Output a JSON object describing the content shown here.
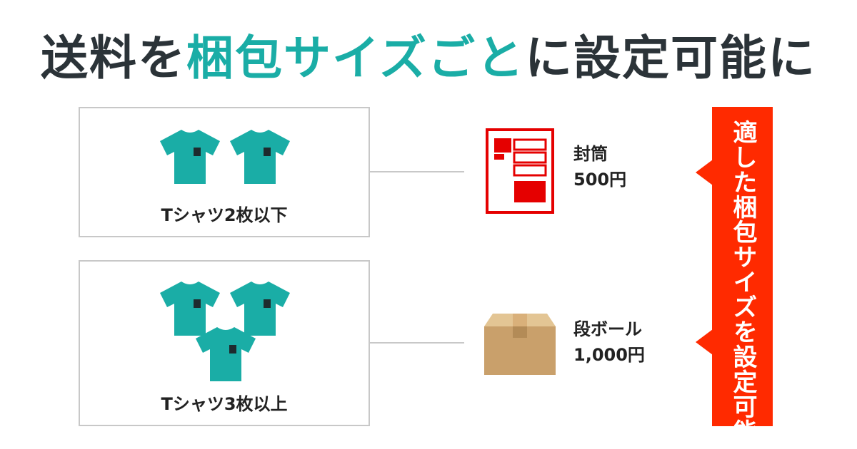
{
  "title": {
    "part1": "送料を",
    "highlight": "梱包サイズごと",
    "part2": "に設定可能に"
  },
  "cards": [
    {
      "label": "Tシャツ2枚以下",
      "shirt_count": 2
    },
    {
      "label": "Tシャツ3枚以上",
      "shirt_count": 3
    }
  ],
  "packages": [
    {
      "name": "封筒",
      "price": "500円",
      "icon": "envelope-icon"
    },
    {
      "name": "段ボール",
      "price": "1,000円",
      "icon": "cardboard-box-icon"
    }
  ],
  "banner": {
    "text": "適した梱包サイズを設定可能"
  },
  "colors": {
    "accent": "#1aada6",
    "title_text": "#2b3338",
    "banner": "#ff2a00",
    "shirt": "#1aada6",
    "envelope": "#e50000",
    "box": "#c9a06b"
  }
}
